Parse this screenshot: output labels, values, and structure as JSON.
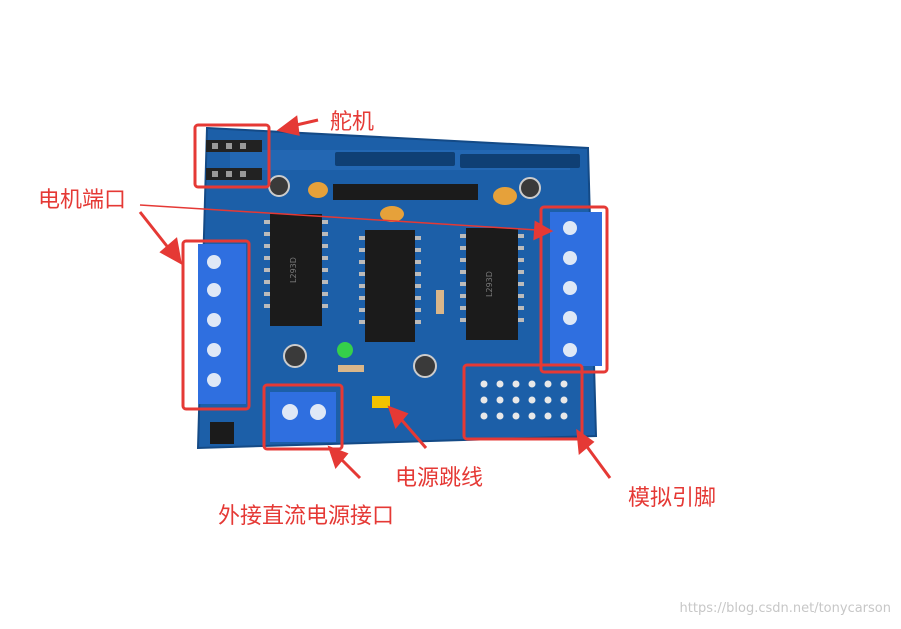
{
  "annotations": {
    "servo": "舵机",
    "motor_port": "电机端口",
    "power_jumper": "电源跳线",
    "analog_pins": "模拟引脚",
    "dc_power_input": "外接直流电源接口"
  },
  "board": {
    "ic_text": "L293D"
  },
  "watermark": "https://blog.csdn.net/tonycarson",
  "colors": {
    "annotation": "#e53935",
    "board": "#1c5fa8",
    "terminal": "#2f6fe0",
    "chip": "#1b1b1b"
  }
}
